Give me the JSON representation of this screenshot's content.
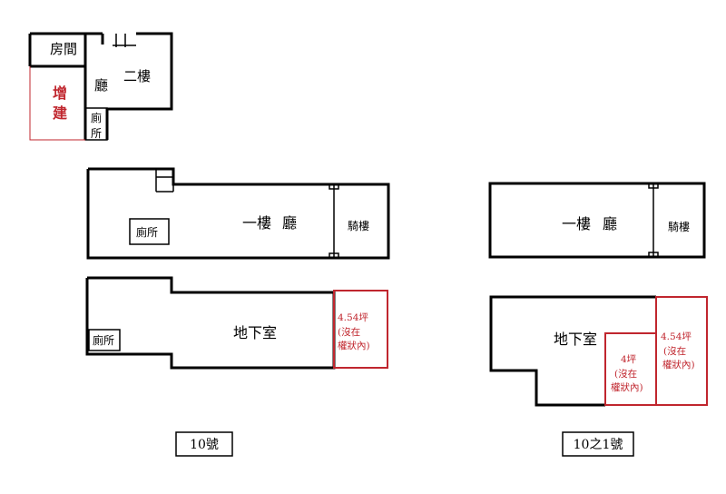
{
  "floor2": {
    "room": "房間",
    "floor": "二樓",
    "hall": "廳",
    "extension": [
      "增",
      "建"
    ],
    "toilet": [
      "廁",
      "所"
    ]
  },
  "unit10": {
    "floor1_label": "一樓",
    "hall": "廳",
    "arcade": "騎樓",
    "toilet_1f": "廁所",
    "basement": "地下室",
    "toilet_b": "廁所",
    "extra_area": [
      "4.54坪",
      "(沒在",
      "權狀內)"
    ],
    "caption": "10號"
  },
  "unit10_1": {
    "floor1_label": "一樓",
    "hall": "廳",
    "arcade": "騎樓",
    "basement": "地下室",
    "extra_area_a": [
      "4坪",
      "(沒在",
      "權狀內)"
    ],
    "extra_area_b": [
      "4.54坪",
      "(沒在",
      "權狀內)"
    ],
    "caption": "10之1號"
  },
  "colors": {
    "line": "#000000",
    "annotation": "#c0262e"
  }
}
